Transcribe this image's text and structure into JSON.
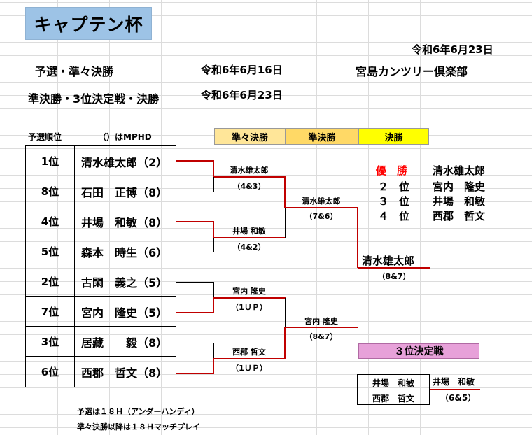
{
  "title": "キャプテン杯",
  "doc_date": "令和6年6月23日",
  "schedule": [
    {
      "label": "予選・準々決勝",
      "date": "令和6年6月16日"
    },
    {
      "label": "準決勝・3位決定戦・決勝",
      "date": "令和6年6月23日"
    }
  ],
  "venue": "宮島カンツリー倶楽部",
  "seed_header": {
    "rank": "予選順位",
    "note": "（）はMPHD"
  },
  "seeds": [
    {
      "rank": "1位",
      "name": "清水雄太郎（2）"
    },
    {
      "rank": "8位",
      "name": "石田　正博（8）"
    },
    {
      "rank": "4位",
      "name": "井場　和敏（8）"
    },
    {
      "rank": "5位",
      "name": "森本　時生（6）"
    },
    {
      "rank": "2位",
      "name": "古閑　義之（5）"
    },
    {
      "rank": "7位",
      "name": "宮内　隆史（5）"
    },
    {
      "rank": "3位",
      "name": "居藏　　毅（8）"
    },
    {
      "rank": "6位",
      "name": "西郡　哲文（8）"
    }
  ],
  "round_headers": [
    {
      "label": "準々決勝",
      "color": "#ffe699"
    },
    {
      "label": "準決勝",
      "color": "#ffd966"
    },
    {
      "label": "決勝",
      "color": "#ffff00"
    }
  ],
  "quarterfinals": [
    {
      "winner": "清水雄太郎",
      "score": "（4&3）"
    },
    {
      "winner": "井場 和敏",
      "score": "（4&2）"
    },
    {
      "winner": "宮内 隆史",
      "score": "（1ＵＰ）"
    },
    {
      "winner": "西郡 哲文",
      "score": "（1ＵＰ）"
    }
  ],
  "semifinals": [
    {
      "winner": "清水雄太郎",
      "score": "（7&6）"
    },
    {
      "winner": "宮内 隆史",
      "score": "（8&7）"
    }
  ],
  "final": {
    "winner": "清水雄太郎",
    "score": "（8&7）"
  },
  "results": [
    {
      "place": "優　勝",
      "name": "清水雄太郎",
      "color": "#ff0000"
    },
    {
      "place": "２　位",
      "name": "宮内　隆史",
      "color": "#000000"
    },
    {
      "place": "３　位",
      "name": "井場　和敏",
      "color": "#000000"
    },
    {
      "place": "４　位",
      "name": "西郡　哲文",
      "color": "#000000"
    }
  ],
  "third_place": {
    "title": "３位決定戦",
    "players": [
      "井場　和敏",
      "西郡　哲文"
    ],
    "winner": "井場　和敏",
    "score": "（6&5）"
  },
  "notes": [
    "予選は１８Ｈ（アンダーハンディ）",
    "準々決勝以降は１８Ｈマッチプレイ"
  ],
  "colors": {
    "title_bg": "#9dc3e6",
    "bracket_red": "#c00000",
    "third_bg": "#e7a1d9"
  }
}
